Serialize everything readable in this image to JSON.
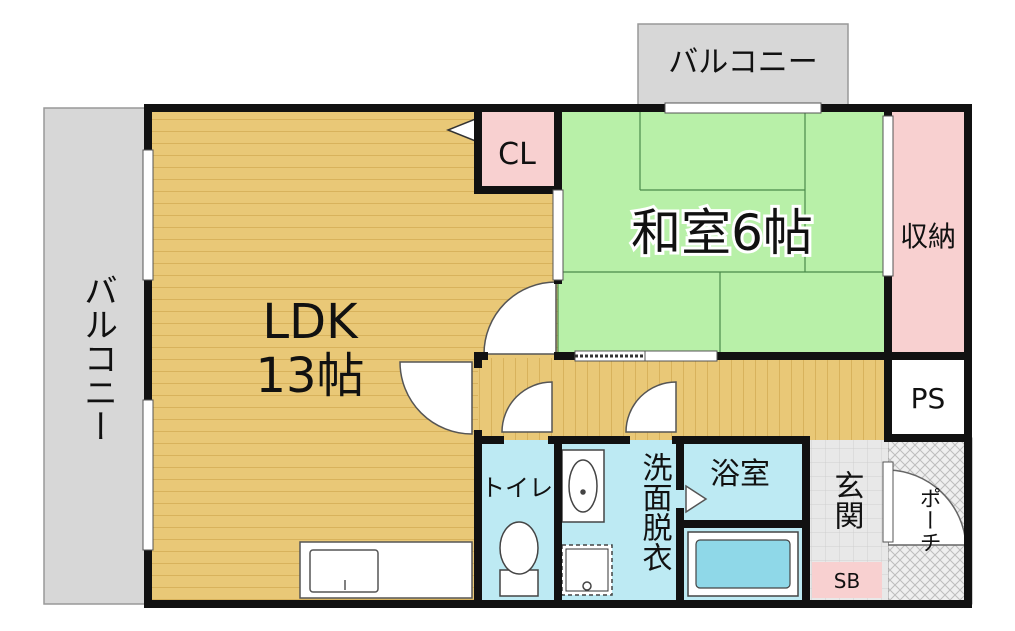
{
  "rooms": {
    "balcony_top": "バルコニー",
    "balcony_left": "バルコニー",
    "ldk_line1": "LDK",
    "ldk_line2": "13帖",
    "closet_cl": "CL",
    "washitsu": "和室6帖",
    "storage": "収納",
    "ps": "PS",
    "toilet": "トイレ",
    "washroom": "洗面脱衣",
    "bath": "浴室",
    "entrance": "玄関",
    "shoebox": "SB",
    "porch": "ポーチ"
  },
  "colors": {
    "ldk_floor": "#e9c877",
    "floor_lines": "#d9b45e",
    "washitsu": "#b8f0a8",
    "pink": "#f8d0d0",
    "wet": "#bdeaf3",
    "balcony": "#d7d7d7",
    "entrance": "#e6e6e6",
    "wall": "#111111"
  }
}
